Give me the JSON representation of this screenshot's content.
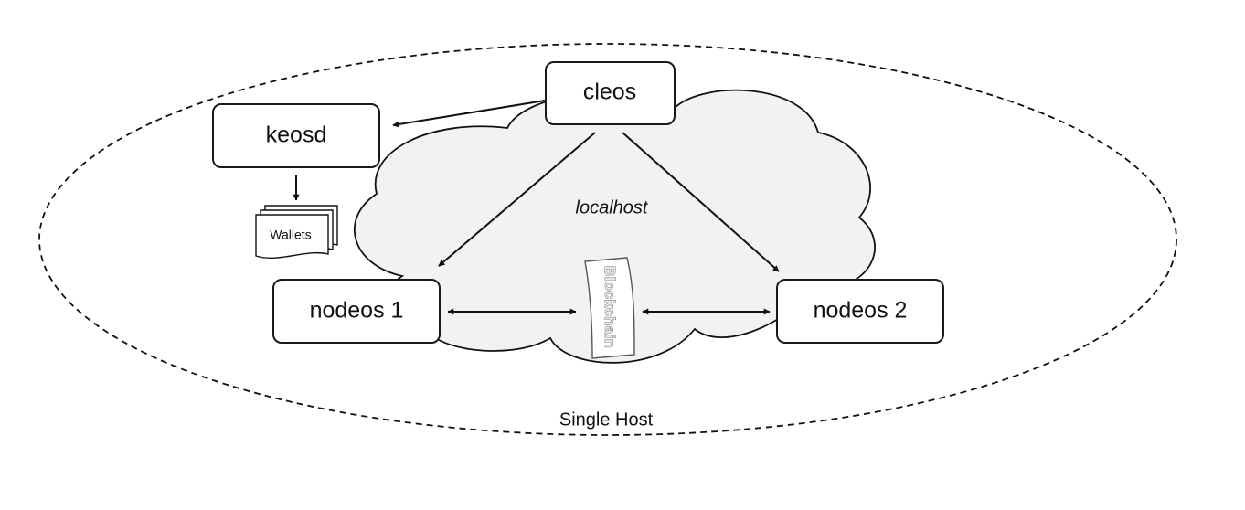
{
  "boundary": {
    "label": "Single Host"
  },
  "cloud": {
    "label": "localhost"
  },
  "nodes": {
    "cleos": "cleos",
    "keosd": "keosd",
    "nodeos1": "nodeos 1",
    "nodeos2": "nodeos 2"
  },
  "wallets": {
    "label": "Wallets"
  },
  "blockchain": {
    "label": "Blockchain"
  }
}
